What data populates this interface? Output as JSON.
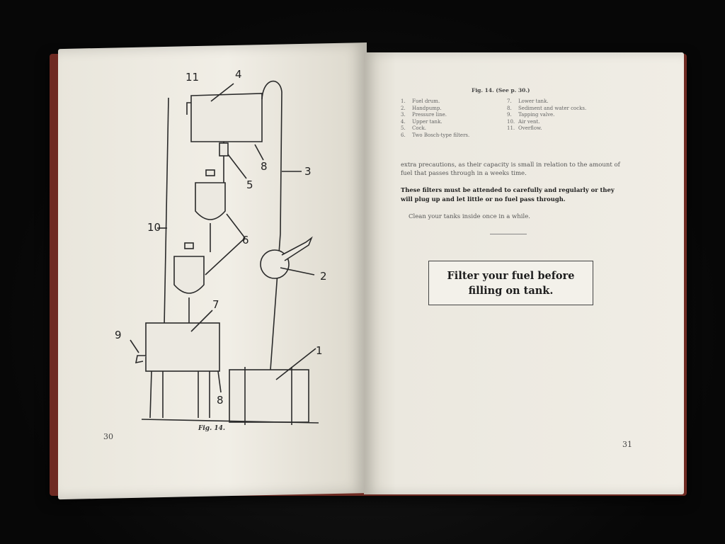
{
  "book": {
    "left_page": {
      "page_number": "30",
      "figure_caption": "Fig. 14.",
      "diagram_labels": [
        "11",
        "4",
        "8",
        "3",
        "5",
        "10",
        "6",
        "2",
        "7",
        "9",
        "1",
        "8"
      ]
    },
    "right_page": {
      "page_number": "31",
      "figure_heading": "Fig. 14.  (See p. 30.)",
      "legend_left": [
        {
          "n": "1.",
          "text": "Fuel drum."
        },
        {
          "n": "2.",
          "text": "Handpump."
        },
        {
          "n": "3.",
          "text": "Pressure line."
        },
        {
          "n": "4.",
          "text": "Upper tank."
        },
        {
          "n": "5.",
          "text": "Cock."
        },
        {
          "n": "6.",
          "text": "Two Bosch-type filters."
        }
      ],
      "legend_right": [
        {
          "n": "7.",
          "text": "Lower tank."
        },
        {
          "n": "8.",
          "text": "Sediment and water cocks."
        },
        {
          "n": "9.",
          "text": "Tapping valve."
        },
        {
          "n": "10.",
          "text": "Air vent."
        },
        {
          "n": "11.",
          "text": "Overflow."
        }
      ],
      "paragraph_1": "extra precautions, as their capacity is small in relation to the amount of fuel that passes through in a weeks time.",
      "paragraph_2": "These filters must be attended to carefully and regularly or they will plug up and let little or no fuel pass through.",
      "paragraph_3": "Clean your tanks inside once in a while.",
      "note_box": "Filter your fuel before filling on tank."
    }
  },
  "colors": {
    "cover": "#6e2a22",
    "paper": "#f0ede5",
    "ink": "#1e1e1e",
    "background": "#0b0b0b"
  }
}
